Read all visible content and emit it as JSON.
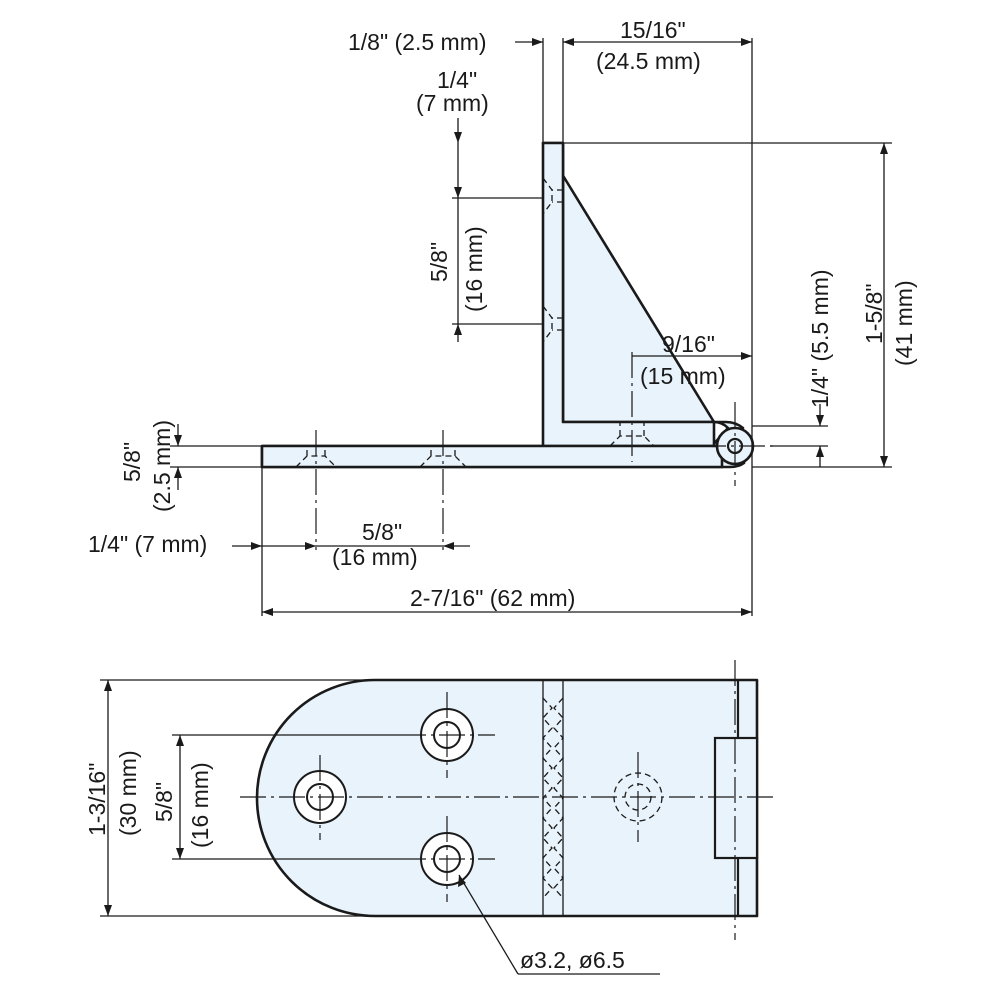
{
  "side_view": {
    "dim_thickness_top": "1/8\" (2.5 mm)",
    "dim_leaf_width_1": "15/16\"",
    "dim_leaf_width_2": "(24.5 mm)",
    "dim_top_offset_1": "1/4\"",
    "dim_top_offset_2": "(7 mm)",
    "dim_vert_pitch_1": "5/8\"",
    "dim_vert_pitch_2": "(16 mm)",
    "dim_hole_offset_1": "9/16\"",
    "dim_hole_offset_2": "(15 mm)",
    "dim_pin_height": "1/4\" (5.5 mm)",
    "dim_total_height_1": "1-5/8\"",
    "dim_total_height_2": "(41 mm)",
    "dim_thickness_left_1": "5/8\"",
    "dim_thickness_left_2": "(2.5 mm)",
    "dim_end_offset": "1/4\" (7 mm)",
    "dim_horiz_pitch_1": "5/8\"",
    "dim_horiz_pitch_2": "(16 mm)",
    "dim_total_length": "2-7/16\" (62 mm)"
  },
  "top_view": {
    "dim_width_1": "1-3/16\"",
    "dim_width_2": "(30 mm)",
    "dim_hole_pitch_1": "5/8\"",
    "dim_hole_pitch_2": "(16 mm)",
    "hole_callout": "ø3.2, ø6.5"
  }
}
